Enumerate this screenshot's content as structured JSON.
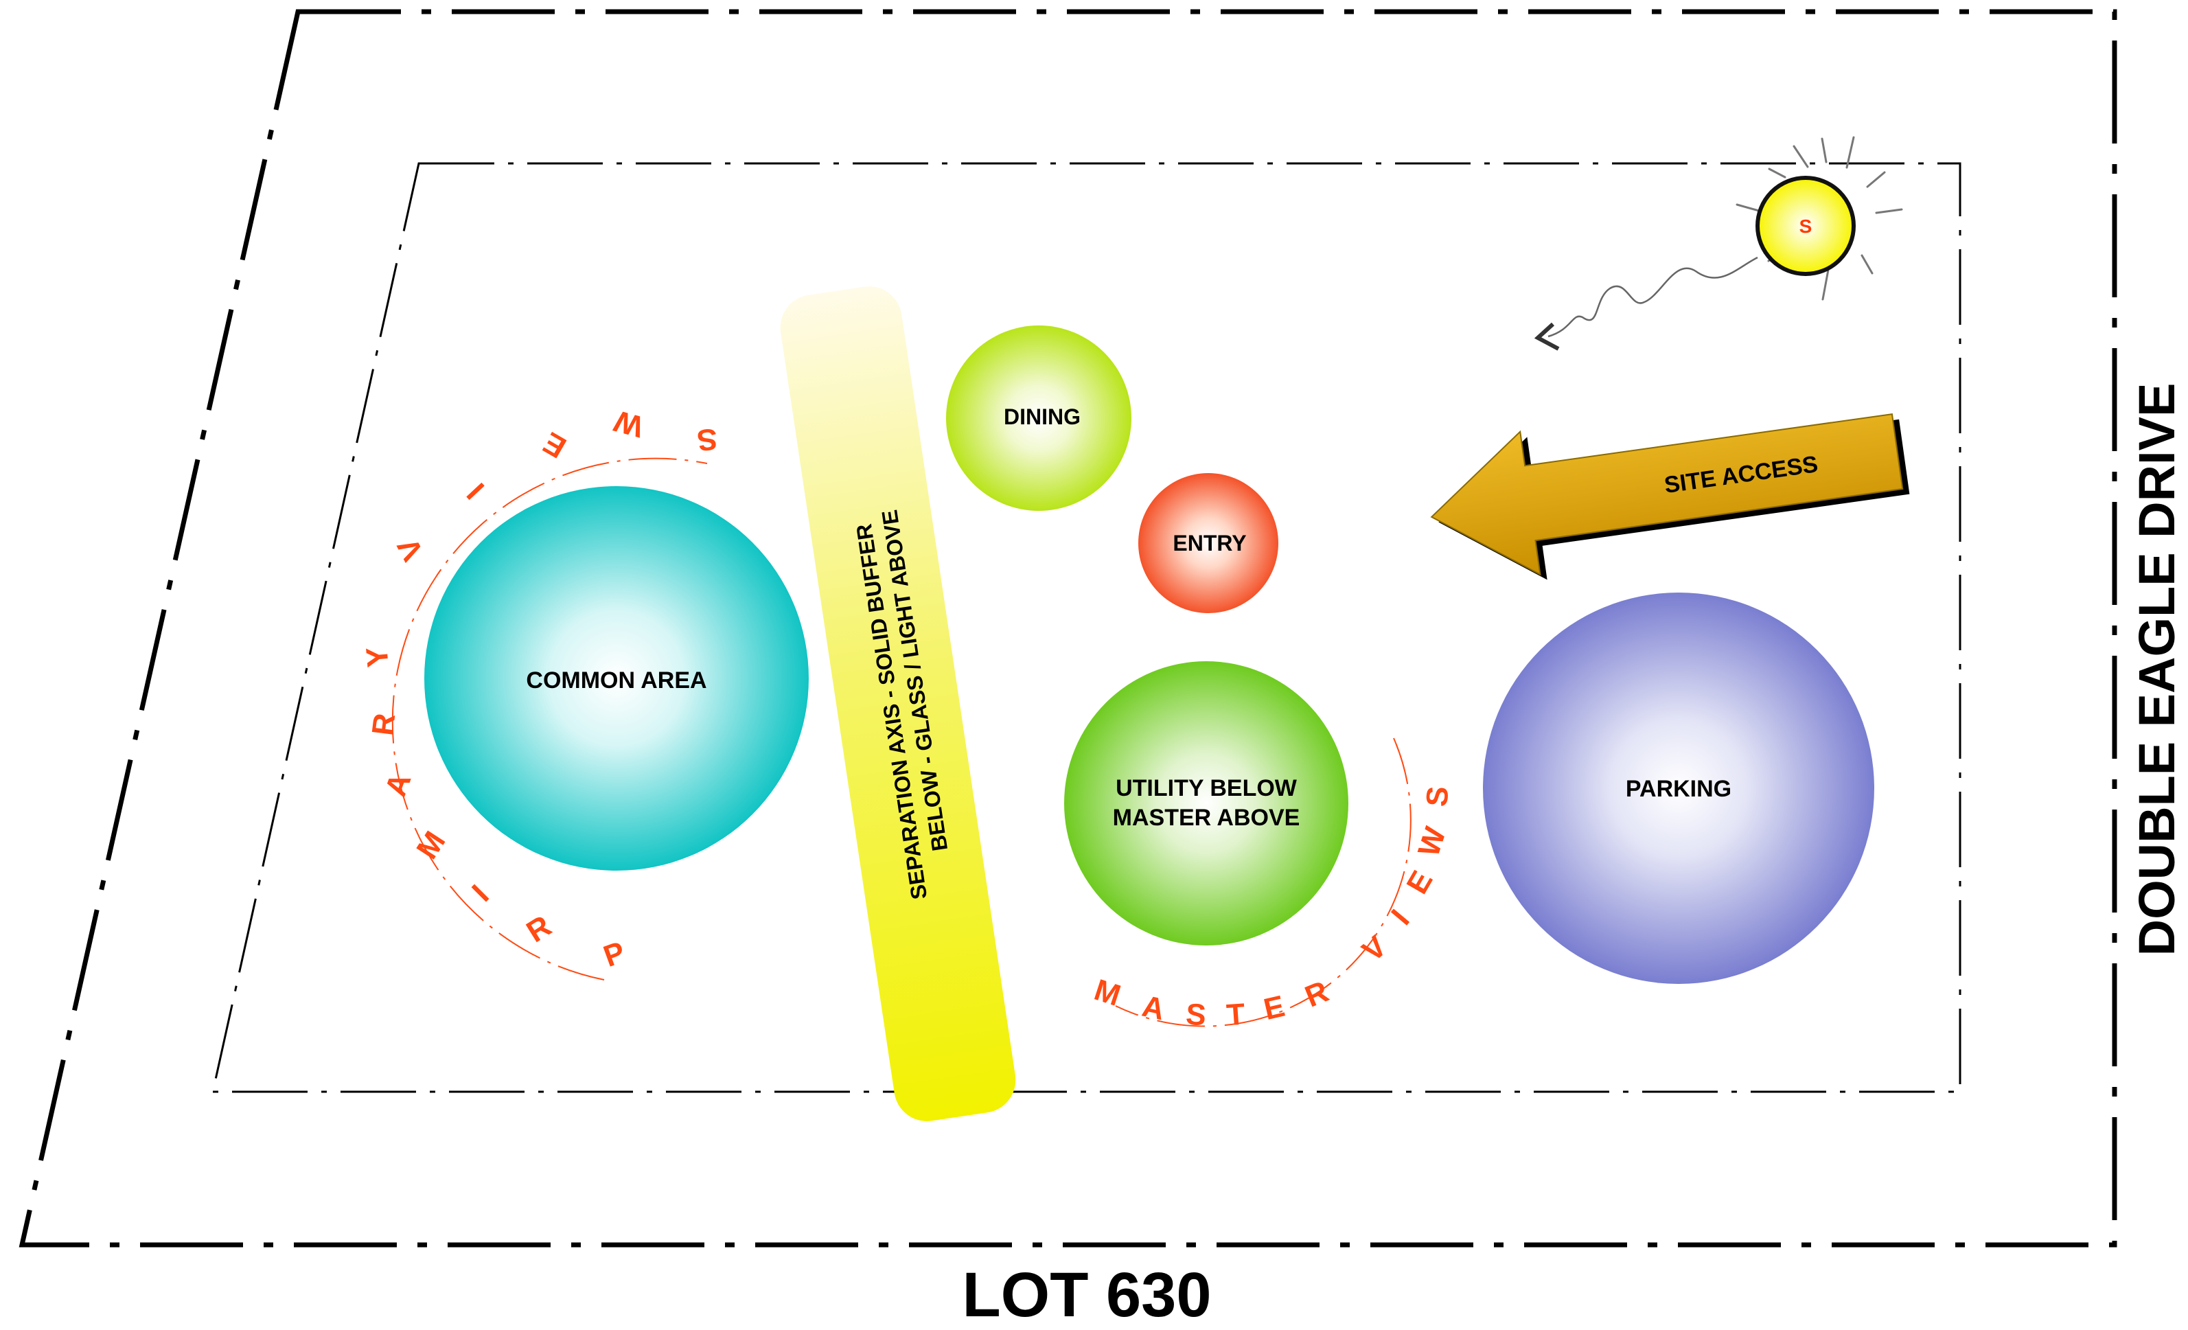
{
  "labels": {
    "lot": "LOT 630",
    "street": "DOUBLE EAGLE DRIVE",
    "common_area": "COMMON AREA",
    "dining": "DINING",
    "entry": "ENTRY",
    "utility_line1": "UTILITY BELOW",
    "utility_line2": "MASTER ABOVE",
    "parking": "PARKING",
    "site_access": "SITE ACCESS",
    "separation_line1": "SEPARATION AXIS - SOLID BUFFER",
    "separation_line2": "BELOW - GLASS / LIGHT ABOVE",
    "sun": "S"
  },
  "views": {
    "primary": [
      "P",
      "R",
      "I",
      "M",
      "A",
      "R",
      "Y",
      "V",
      "I",
      "E",
      "W",
      "S"
    ],
    "master": [
      "M",
      "A",
      "S",
      "T",
      "E",
      "R",
      "V",
      "I",
      "E",
      "W",
      "S"
    ]
  },
  "colors": {
    "common_area": "#12c4c4",
    "dining": "#b9e41a",
    "entry": "#f4532a",
    "utility_master": "#6fcb20",
    "parking": "#7a7ed0",
    "separation_axis": "#f2f200",
    "site_access_arrow": "#d9a000",
    "views_text": "#ff4a12",
    "sun": "#f8f400"
  }
}
